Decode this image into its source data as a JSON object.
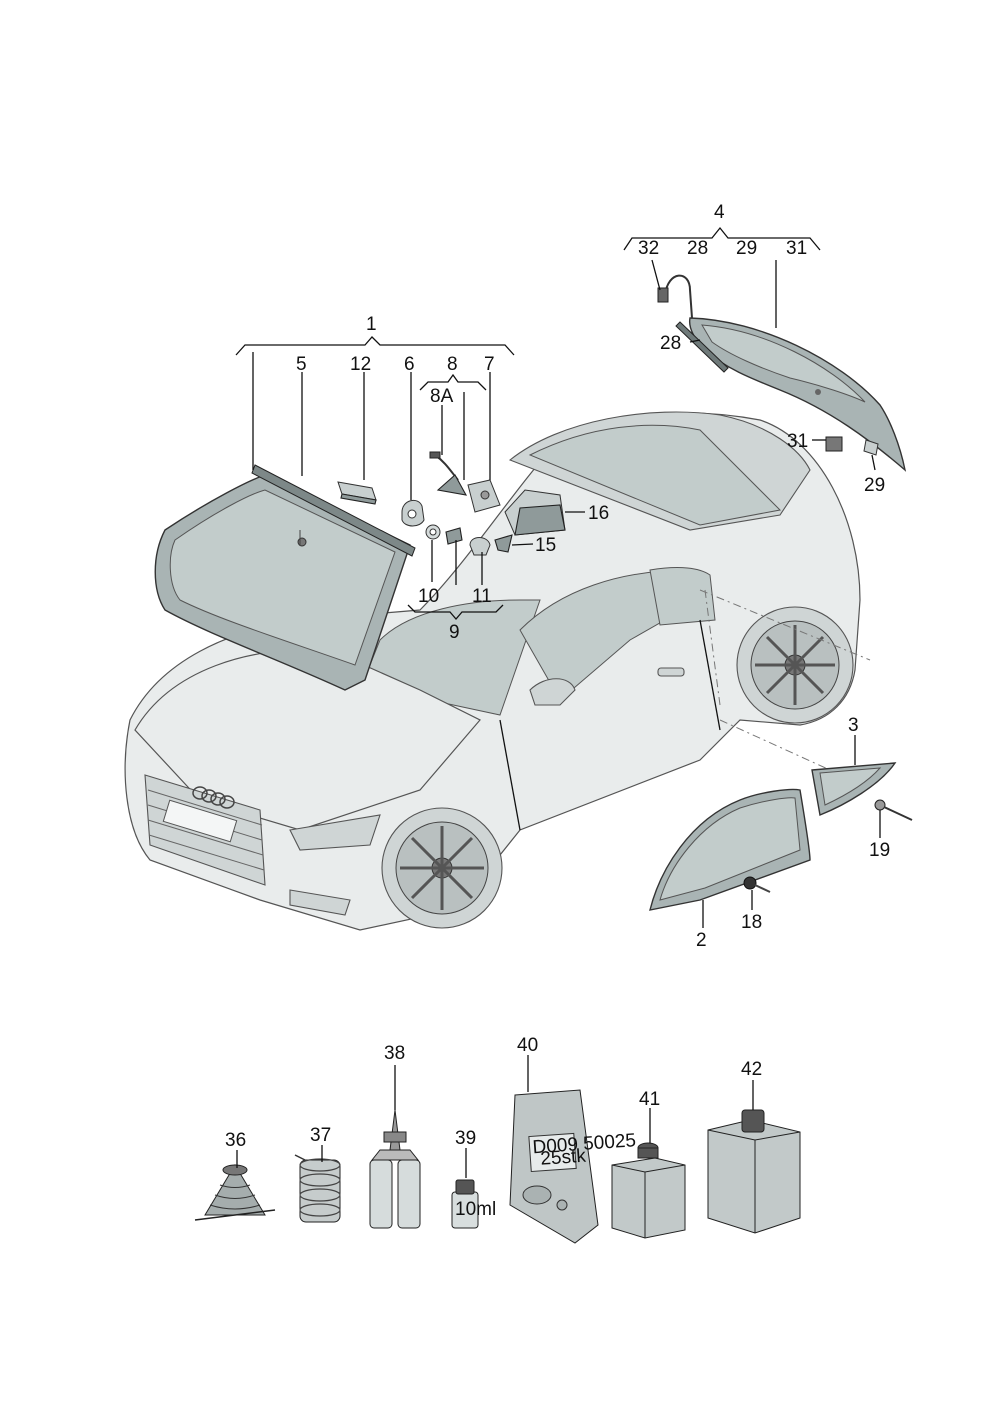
{
  "labels": {
    "l1": "1",
    "l2": "2",
    "l3": "3",
    "l4": "4",
    "l5": "5",
    "l6": "6",
    "l7": "7",
    "l8": "8",
    "l8a": "8A",
    "l9": "9",
    "l10": "10",
    "l11": "11",
    "l12": "12",
    "l15": "15",
    "l16": "16",
    "l18": "18",
    "l19": "19",
    "l28a": "28",
    "l28b": "28",
    "l29a": "29",
    "l29b": "29",
    "l31a": "31",
    "l31b": "31",
    "l32": "32",
    "l36": "36",
    "l37": "37",
    "l38": "38",
    "l39": "39",
    "l40": "40",
    "l41": "41",
    "l42": "42"
  },
  "product_text": {
    "bottle_39": "10ml",
    "bag_40_line1": "D009 50025",
    "bag_40_line2": "25stk"
  },
  "colors": {
    "glass": "#a9b4b4",
    "body": "#e9ecec",
    "line": "#111111"
  }
}
